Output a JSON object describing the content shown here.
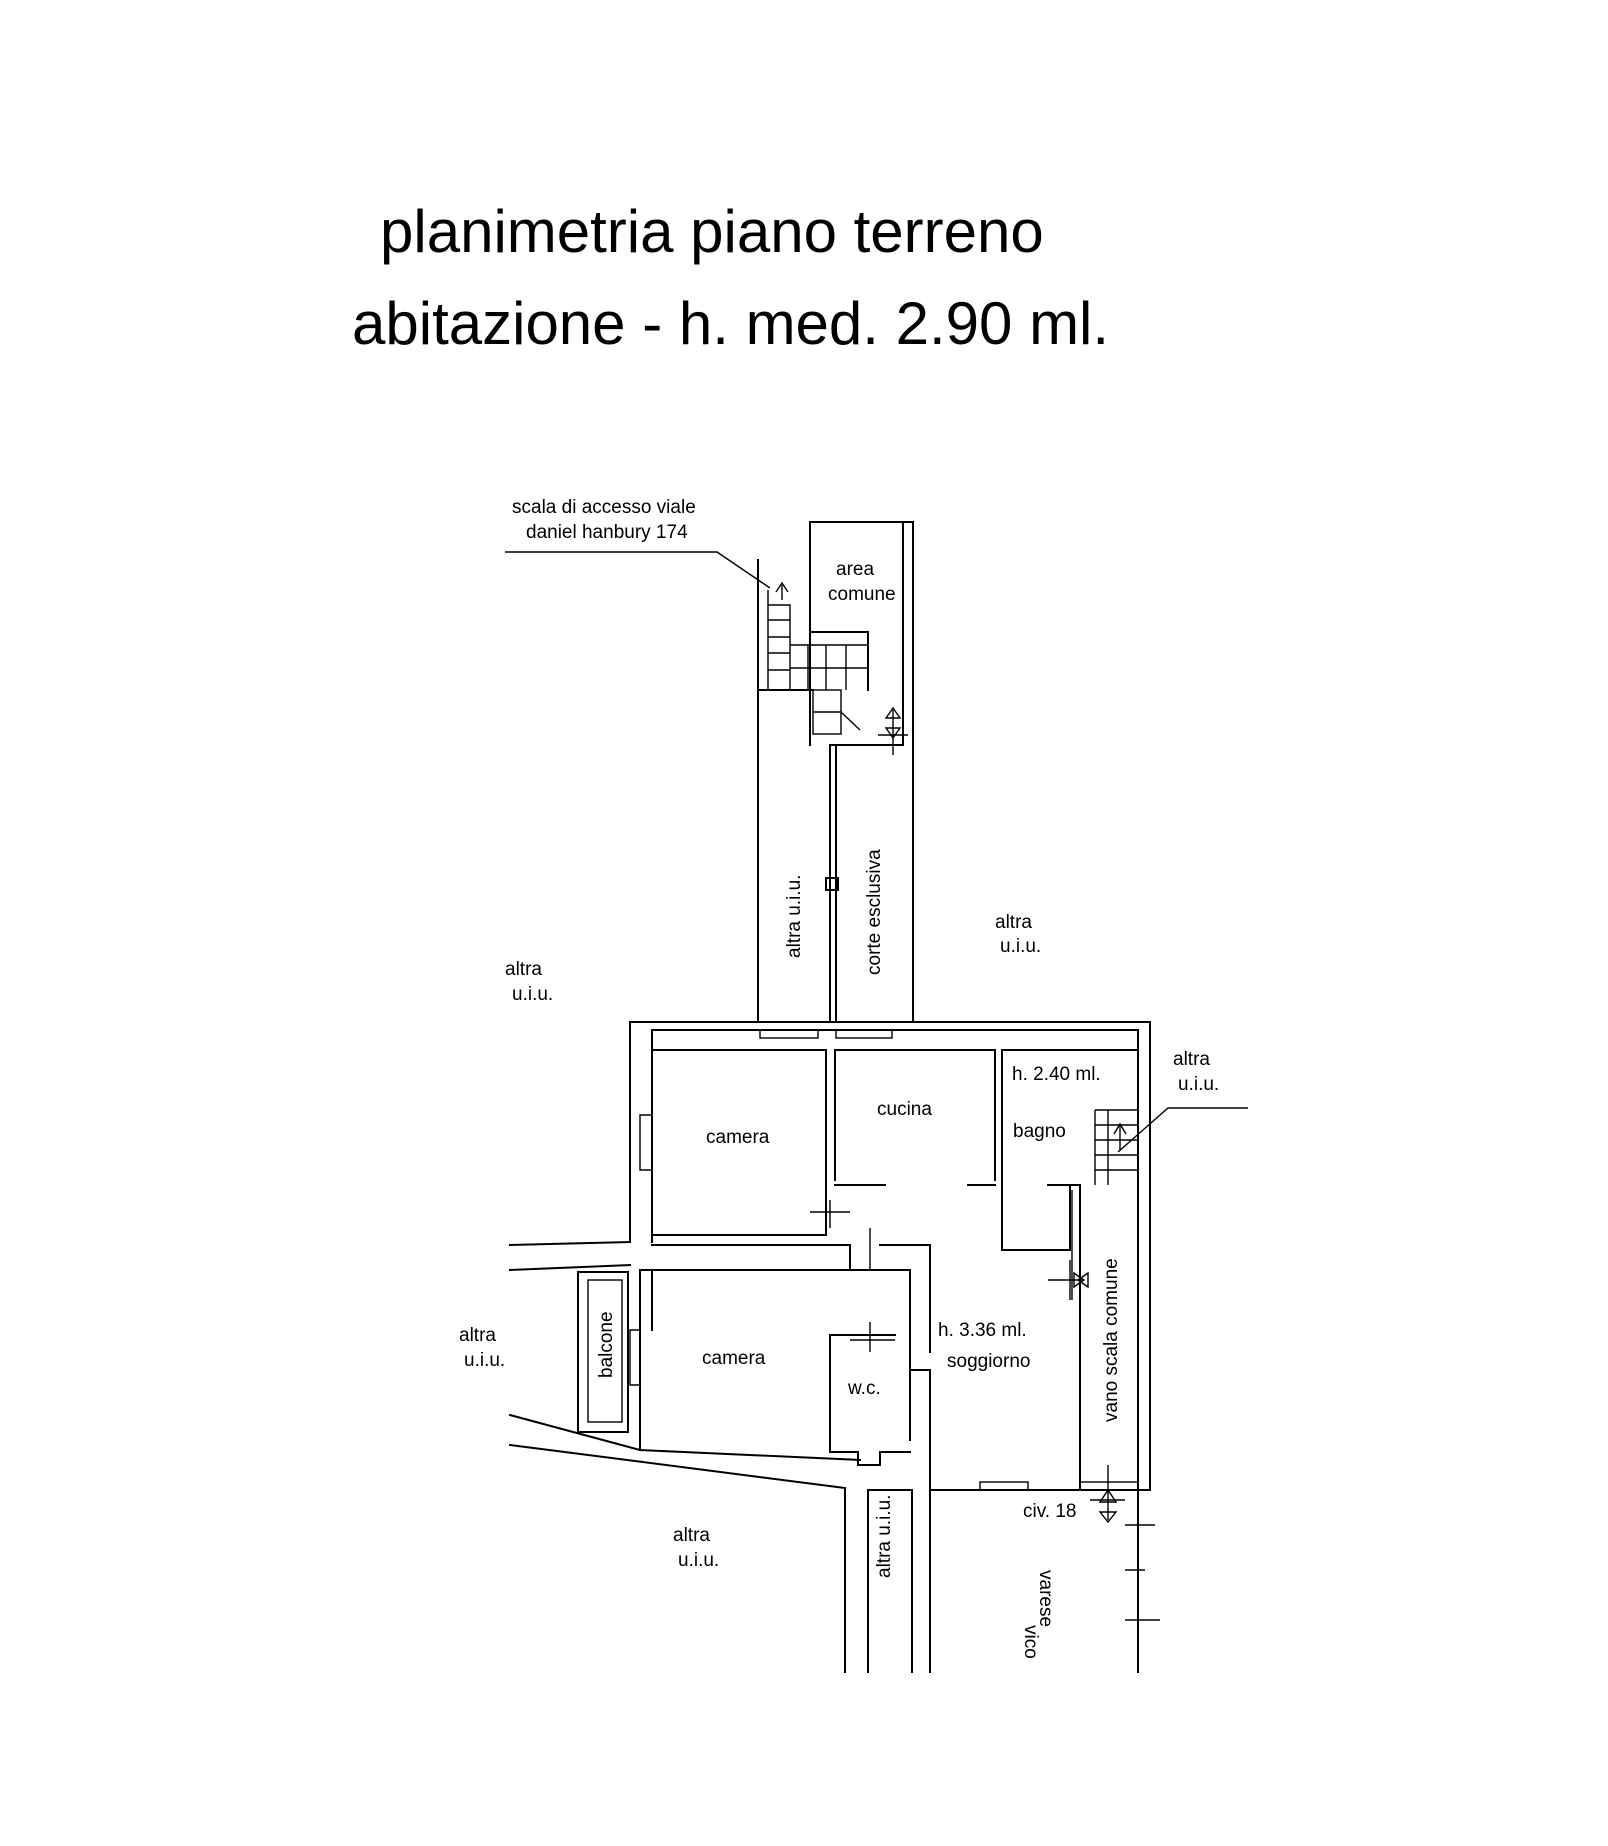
{
  "title": {
    "line1": "planimetria piano terreno",
    "line2": "abitazione - h. med. 2.90 ml."
  },
  "labels": {
    "stair_access_l1": "scala di accesso viale",
    "stair_access_l2": "daniel hanbury 174",
    "area_comune_l1": "area",
    "area_comune_l2": "comune",
    "altra_uiu_vertical": "altra u.i.u.",
    "corte_esclusiva": "corte esclusiva",
    "altra_right_top_l1": "altra",
    "altra_right_top_l2": "u.i.u.",
    "altra_left_top_l1": "altra",
    "altra_left_top_l2": "u.i.u.",
    "altra_right_mid_l1": "altra",
    "altra_right_mid_l2": "u.i.u.",
    "camera_1": "camera",
    "cucina": "cucina",
    "bagno_height": "h. 2.40 ml.",
    "bagno": "bagno",
    "vano_scala_comune": "vano scala comune",
    "altra_left_mid_l1": "altra",
    "altra_left_mid_l2": "u.i.u.",
    "balcone": "balcone",
    "camera_2": "camera",
    "wc": "w.c.",
    "soggiorno_height": "h. 3.36 ml.",
    "soggiorno": "soggiorno",
    "civ": "civ. 18",
    "altra_bottom_l1": "altra",
    "altra_bottom_l2": "u.i.u.",
    "altra_uiu_vertical_bottom": "altra u.i.u.",
    "vico": "vico",
    "varese": "varese"
  }
}
